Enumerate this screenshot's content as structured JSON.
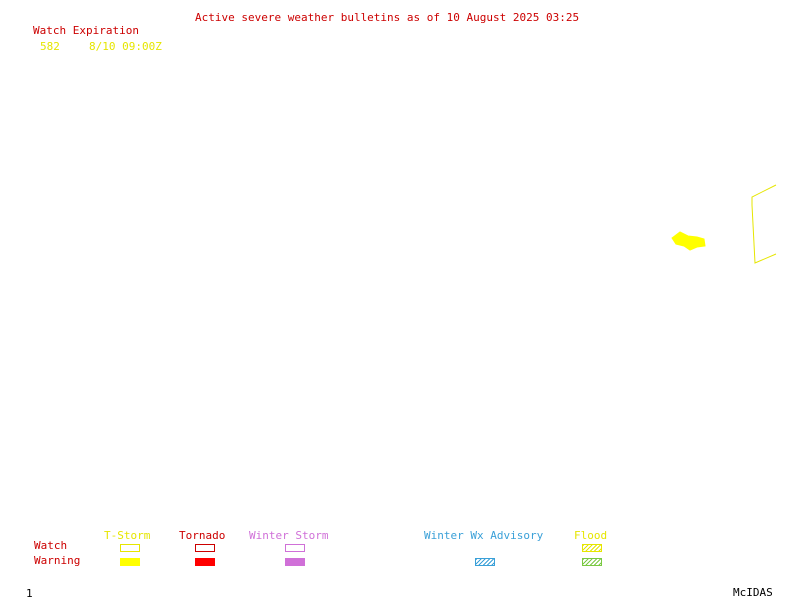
{
  "header": {
    "title": "Active severe weather bulletins as of 10 August 2025 03:25"
  },
  "watch_table": {
    "heading": "Watch Expiration",
    "rows": [
      {
        "id": "582",
        "expires": "8/10 09:00Z"
      }
    ]
  },
  "legend": {
    "row_labels": {
      "watch": "Watch",
      "warning": "Warning"
    },
    "categories": [
      {
        "label": "T-Storm",
        "color": "#ffff00"
      },
      {
        "label": "Tornado",
        "color": "#ff0000"
      },
      {
        "label": "Winter Storm",
        "color": "#d070d8"
      },
      {
        "label": "Winter Wx Advisory",
        "color": "#3aa0d8"
      },
      {
        "label": "Flood",
        "color": "#e6e600",
        "warning_color": "#7ac943"
      }
    ]
  },
  "footer": {
    "frame_number": "1",
    "software": "McIDAS"
  },
  "colors": {
    "title": "#cc0000",
    "watch_text": "#e6e600",
    "watch_polygon": "#e6e600",
    "warning_polygon": "#ffff00"
  }
}
